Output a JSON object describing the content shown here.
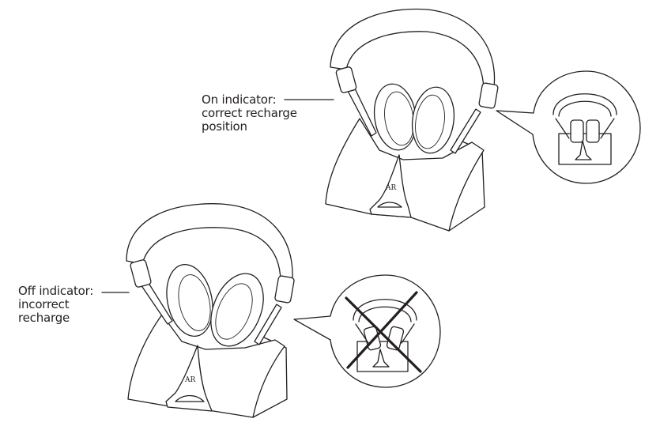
{
  "diagram": {
    "subject": "Wireless headphones recharging base",
    "panels": [
      {
        "id": "correct",
        "label_lines": [
          "On indicator:",
          "correct recharge",
          "position"
        ],
        "inset": "headphones seated upright in base (correct)",
        "inset_marked_wrong": false
      },
      {
        "id": "incorrect",
        "label_lines": [
          "Off indicator:",
          "incorrect",
          "recharge"
        ],
        "inset": "headphones seated in base with X mark (incorrect)",
        "inset_marked_wrong": true
      }
    ],
    "logo_text": "AR",
    "colors": {
      "line": "#231f20",
      "background": "#ffffff"
    }
  }
}
